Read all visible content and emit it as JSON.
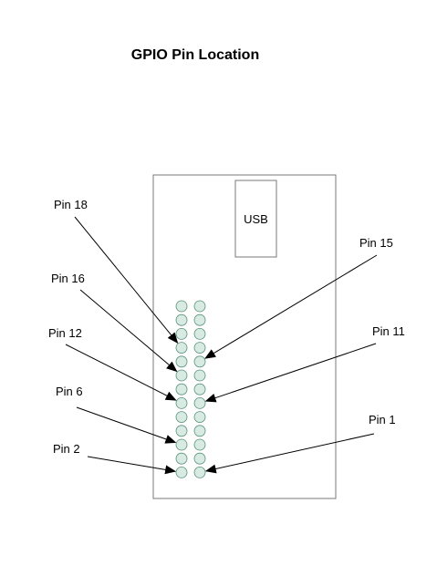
{
  "title": "GPIO Pin Location",
  "usb_label": "USB",
  "colors": {
    "board_stroke": "#7a7a7a",
    "pin_fill": "#d7ebe3",
    "pin_stroke": "#5a8f7e",
    "arrow": "#000000"
  },
  "header": {
    "rows": 13,
    "columns": 2
  },
  "pin_labels": [
    {
      "id": "pin-18",
      "text": "Pin 18",
      "side": "left",
      "row": 3,
      "column": 0
    },
    {
      "id": "pin-16",
      "text": "Pin 16",
      "side": "left",
      "row": 5,
      "column": 0
    },
    {
      "id": "pin-12",
      "text": "Pin 12",
      "side": "left",
      "row": 7,
      "column": 0
    },
    {
      "id": "pin-6",
      "text": "Pin 6",
      "side": "left",
      "row": 10,
      "column": 0
    },
    {
      "id": "pin-2",
      "text": "Pin 2",
      "side": "left",
      "row": 12,
      "column": 0
    },
    {
      "id": "pin-15",
      "text": "Pin 15",
      "side": "right",
      "row": 4,
      "column": 1
    },
    {
      "id": "pin-11",
      "text": "Pin 11",
      "side": "right",
      "row": 7,
      "column": 1
    },
    {
      "id": "pin-1",
      "text": "Pin 1",
      "side": "right",
      "row": 12,
      "column": 1
    }
  ]
}
